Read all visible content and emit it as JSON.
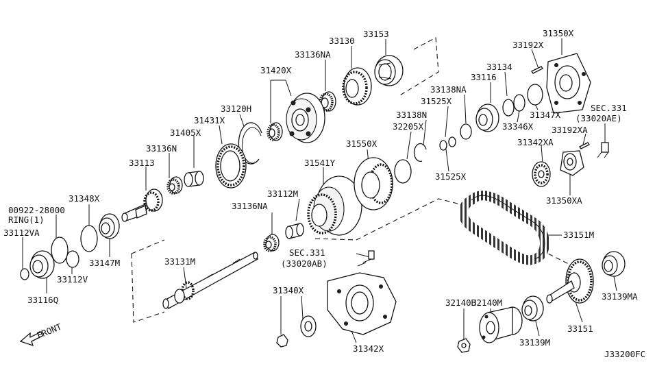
{
  "diagram": {
    "drawing_code": "J33200FC",
    "front_label": "FRONT",
    "parts": [
      {
        "id": "p33153",
        "label": "33153"
      },
      {
        "id": "p33130",
        "label": "33130"
      },
      {
        "id": "p33136na_top",
        "label": "33136NA"
      },
      {
        "id": "p31420x",
        "label": "31420X"
      },
      {
        "id": "p33120h",
        "label": "33120H"
      },
      {
        "id": "p31431x",
        "label": "31431X"
      },
      {
        "id": "p31405x",
        "label": "31405X"
      },
      {
        "id": "p33136n",
        "label": "33136N"
      },
      {
        "id": "p33113",
        "label": "33113"
      },
      {
        "id": "p31348x",
        "label": "31348X"
      },
      {
        "id": "p00922",
        "label": "00922-28000"
      },
      {
        "id": "pring",
        "label": "RING(1)"
      },
      {
        "id": "p33112va",
        "label": "33112VA"
      },
      {
        "id": "p33147m",
        "label": "33147M"
      },
      {
        "id": "p33112v",
        "label": "33112V"
      },
      {
        "id": "p33116q",
        "label": "33116Q"
      },
      {
        "id": "p33131m",
        "label": "33131M"
      },
      {
        "id": "p33136na_mid",
        "label": "33136NA"
      },
      {
        "id": "p33112m",
        "label": "33112M"
      },
      {
        "id": "p31541y",
        "label": "31541Y"
      },
      {
        "id": "p31550x",
        "label": "31550X"
      },
      {
        "id": "p32205x",
        "label": "32205X"
      },
      {
        "id": "p33138n",
        "label": "33138N"
      },
      {
        "id": "p31525x_top",
        "label": "31525X"
      },
      {
        "id": "p33138na",
        "label": "33138NA"
      },
      {
        "id": "p33116",
        "label": "33116"
      },
      {
        "id": "p33134",
        "label": "33134"
      },
      {
        "id": "p33192x",
        "label": "33192X"
      },
      {
        "id": "p31350x",
        "label": "31350X"
      },
      {
        "id": "p31347x",
        "label": "31347X"
      },
      {
        "id": "p33346x",
        "label": "33346X"
      },
      {
        "id": "psec331_top",
        "label": "SEC.331"
      },
      {
        "id": "psec331_top_ref",
        "label": "(33020AE)"
      },
      {
        "id": "p33192xa",
        "label": "33192XA"
      },
      {
        "id": "p31342xa",
        "label": "31342XA"
      },
      {
        "id": "p31525x_bot",
        "label": "31525X"
      },
      {
        "id": "p31350xa",
        "label": "31350XA"
      },
      {
        "id": "p33151m",
        "label": "33151M"
      },
      {
        "id": "psec331_mid",
        "label": "SEC.331"
      },
      {
        "id": "psec331_mid_ref",
        "label": "(33020AB)"
      },
      {
        "id": "p31340x",
        "label": "31340X"
      },
      {
        "id": "p31342x",
        "label": "31342X"
      },
      {
        "id": "p32140m",
        "label": "32140M"
      },
      {
        "id": "p32140h",
        "label": "32140H"
      },
      {
        "id": "p33139m",
        "label": "33139M"
      },
      {
        "id": "p33151",
        "label": "33151"
      },
      {
        "id": "p33139ma",
        "label": "33139MA"
      }
    ]
  }
}
